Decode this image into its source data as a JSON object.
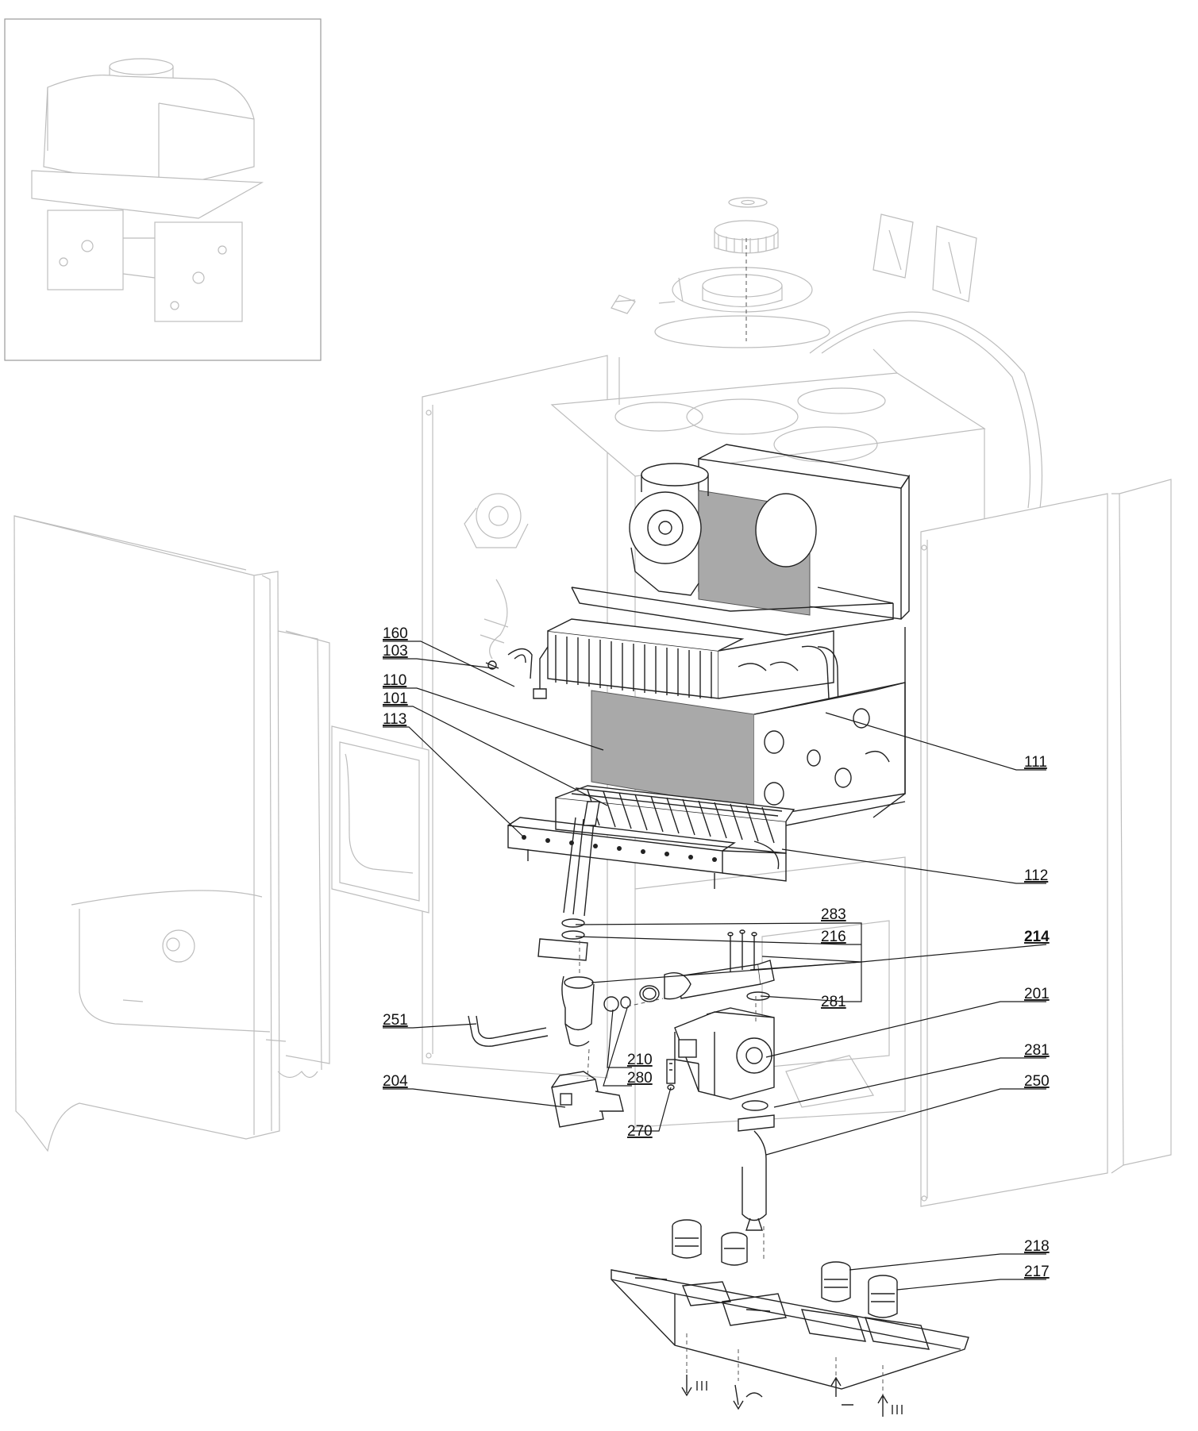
{
  "diagram": {
    "labels": [
      {
        "id": "160",
        "text": "160",
        "bold": false
      },
      {
        "id": "103",
        "text": "103",
        "bold": false
      },
      {
        "id": "110",
        "text": "110",
        "bold": false
      },
      {
        "id": "101",
        "text": "101",
        "bold": false
      },
      {
        "id": "113",
        "text": "113",
        "bold": false
      },
      {
        "id": "111",
        "text": "111",
        "bold": false
      },
      {
        "id": "112",
        "text": "112",
        "bold": false
      },
      {
        "id": "283",
        "text": "283",
        "bold": false
      },
      {
        "id": "216",
        "text": "216",
        "bold": false
      },
      {
        "id": "214",
        "text": "214",
        "bold": true
      },
      {
        "id": "281a",
        "text": "281",
        "bold": false
      },
      {
        "id": "201",
        "text": "201",
        "bold": false
      },
      {
        "id": "251",
        "text": "251",
        "bold": false
      },
      {
        "id": "210",
        "text": "210",
        "bold": false
      },
      {
        "id": "280",
        "text": "280",
        "bold": false
      },
      {
        "id": "281b",
        "text": "281",
        "bold": false
      },
      {
        "id": "204",
        "text": "204",
        "bold": false
      },
      {
        "id": "250",
        "text": "250",
        "bold": false
      },
      {
        "id": "270",
        "text": "270",
        "bold": false
      },
      {
        "id": "218",
        "text": "218",
        "bold": false
      },
      {
        "id": "217",
        "text": "217",
        "bold": false
      }
    ]
  },
  "colors": {
    "ink": "#111111",
    "faint": "#bdbdbd",
    "panel_grey": "#a9a9a9"
  }
}
